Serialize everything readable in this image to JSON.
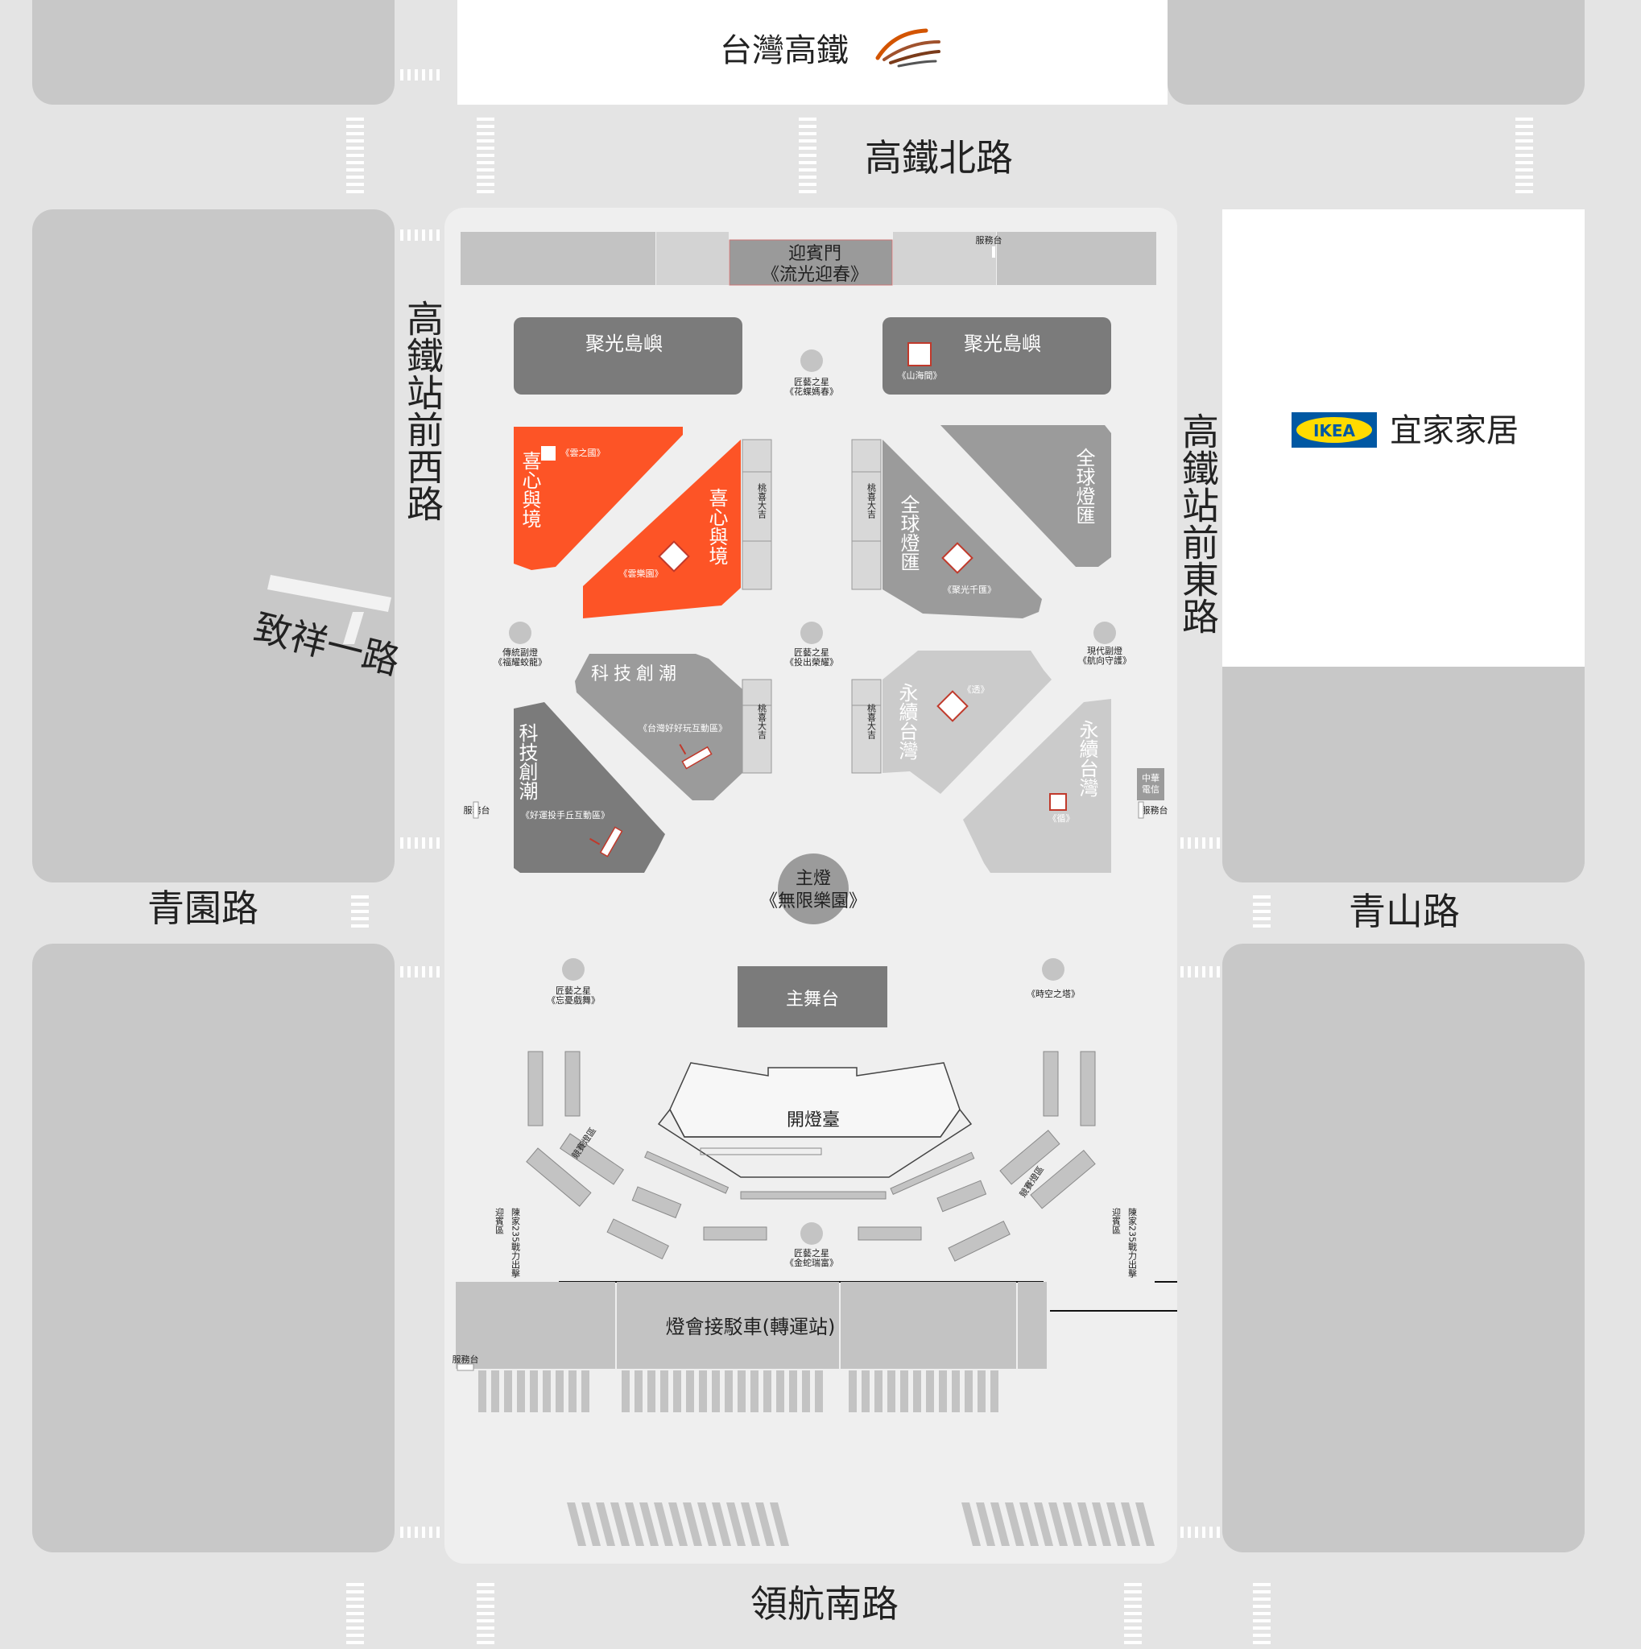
{
  "map": {
    "brand_hsr": "台灣高鐵",
    "brand_ikea_logo": "IKEA",
    "brand_ikea_name": "宜家家居",
    "colors": {
      "background": "#e4e4e4",
      "block": "#c8c8c8",
      "venue": "#efefef",
      "dark": "#7b7b7b",
      "mid": "#9b9b9b",
      "light": "#cbcbcb",
      "highlight": "#fd5426",
      "ikea_blue": "#0058a3",
      "ikea_yellow": "#ffdb00"
    },
    "roads": {
      "north": "高鐵北路",
      "west": "高鐵站前西路",
      "east": "高鐵站前東路",
      "diag": "致祥一路",
      "mid_left": "青園路",
      "mid_right": "青山路",
      "south": "領航南路"
    },
    "gate": {
      "name": "迎賓門",
      "work": "《流光迎春》"
    },
    "service_desk": "服務台",
    "zones": {
      "juguang": "聚光島嶼",
      "xixin": "喜心與境",
      "quanqiu": "全球燈匯",
      "keji": "科技創潮",
      "yongxu": "永續台灣",
      "taoxi": "桃喜大吉"
    },
    "works": {
      "shanhai": "《山海間》",
      "yunzhi": "《雲之國》",
      "yunle": "《雲樂園》",
      "juguang_qian": "《聚光千匯》",
      "haoyun": "《好運投手丘互動區》",
      "taiwan_hao": "《台灣好好玩互動區》",
      "tou": "《透》",
      "xun": "《循》"
    },
    "stars": {
      "huadie": {
        "name": "匠藝之星",
        "work": "《花蝶媽春》"
      },
      "touchu": {
        "name": "匠藝之星",
        "work": "《投出榮耀》"
      },
      "wangyou": {
        "name": "匠藝之星",
        "work": "《忘憂戲舞》"
      },
      "jinshe": {
        "name": "匠藝之星",
        "work": "《金蛇瑞富》"
      },
      "fuyao": {
        "name": "傳統副燈",
        "work": "《福耀蛟龍》"
      },
      "hangxiang": {
        "name": "現代副燈",
        "work": "《航向守護》"
      },
      "shikong": {
        "work": "《時空之塔》"
      }
    },
    "main_lantern": {
      "name": "主燈",
      "work": "《無限樂園》"
    },
    "main_stage": "主舞台",
    "lighting_stage": "開燈臺",
    "contest_zone": "競賽燈區",
    "welcome_zone": "迎賓區",
    "power_lantern": "陳家235戰力出擊",
    "chunghwa_1": "中華",
    "chunghwa_2": "電信",
    "shuttle": "燈會接駁車(轉運站)"
  }
}
